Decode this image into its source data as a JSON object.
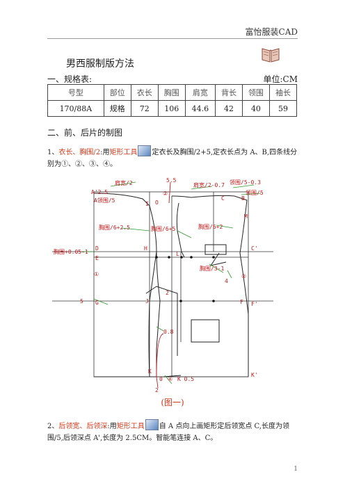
{
  "header": {
    "brand": "富怡服装CAD"
  },
  "doc": {
    "title": "男西服制版方法",
    "sec1": "一、规格表:",
    "unit": "单位:CM",
    "sec2": "二、前、后片的制图"
  },
  "spec_table": {
    "headers": [
      "号型",
      "部位",
      "衣长",
      "胸围",
      "肩宽",
      "背长",
      "领围",
      "袖长"
    ],
    "row": [
      "170/88A",
      "规格",
      "72",
      "106",
      "44.6",
      "42",
      "40",
      "59"
    ]
  },
  "para1": {
    "p1": "1、",
    "h1": "衣长、胸围/2",
    "p2": ":用",
    "h2": "矩形工具",
    "p3": "定衣长及胸围/2+5,定衣长点为 A、B,四条线分别为①、②、③、④。"
  },
  "figure": {
    "labels": {
      "shoulder_half": "肩宽/2",
      "five_five": "5.5",
      "shoulder_minus": "肩宽/2-0.7",
      "collar_minus": "领围/5-0.3",
      "a_prime": "A'2.5",
      "a_collar": "A领围/5",
      "circle_two_top": "②",
      "collar_five_r": "领围/5",
      "chest_6_2_5": "胸围/6+2.5",
      "chest_6_5": "胸围/6+5",
      "chest_6_2": "胸围/6+2",
      "chest_left": "胸围+0.05-1",
      "chest_3_1": "胸围/3-1",
      "num_four": "4",
      "circle_one": "①",
      "circle_two": "②",
      "num_two": "2",
      "num_five": "5",
      "zero_eight": "0.8",
      "circle_four": "④",
      "k_zero_five": "K 0.5",
      "zero_k": "0",
      "bottom_two": "2",
      "F": "F",
      "F_prime": "F'",
      "C_prime": "C'",
      "E": "E",
      "D": "D",
      "G": "G",
      "K": "K",
      "K_prime": "K'",
      "J": "J",
      "I": "I",
      "H": "H",
      "L": "L",
      "M": "M",
      "C": "C",
      "B": "B",
      "O": "O"
    }
  },
  "caption": "(图一)",
  "para2": {
    "p1": "2、",
    "h1": "后领宽、后领深",
    "p2": ":用",
    "h2": "矩形工具",
    "p3": "自 A 点向上画矩形定后领宽点 C,长度为领围/5,后领深点 A',长度为 2.5CM。智能笔连接 A、C。"
  },
  "page_number": "1",
  "colors": {
    "accent_red": "#d23a1c",
    "line_green": "#2e9a2e",
    "line_red": "#c01818"
  }
}
